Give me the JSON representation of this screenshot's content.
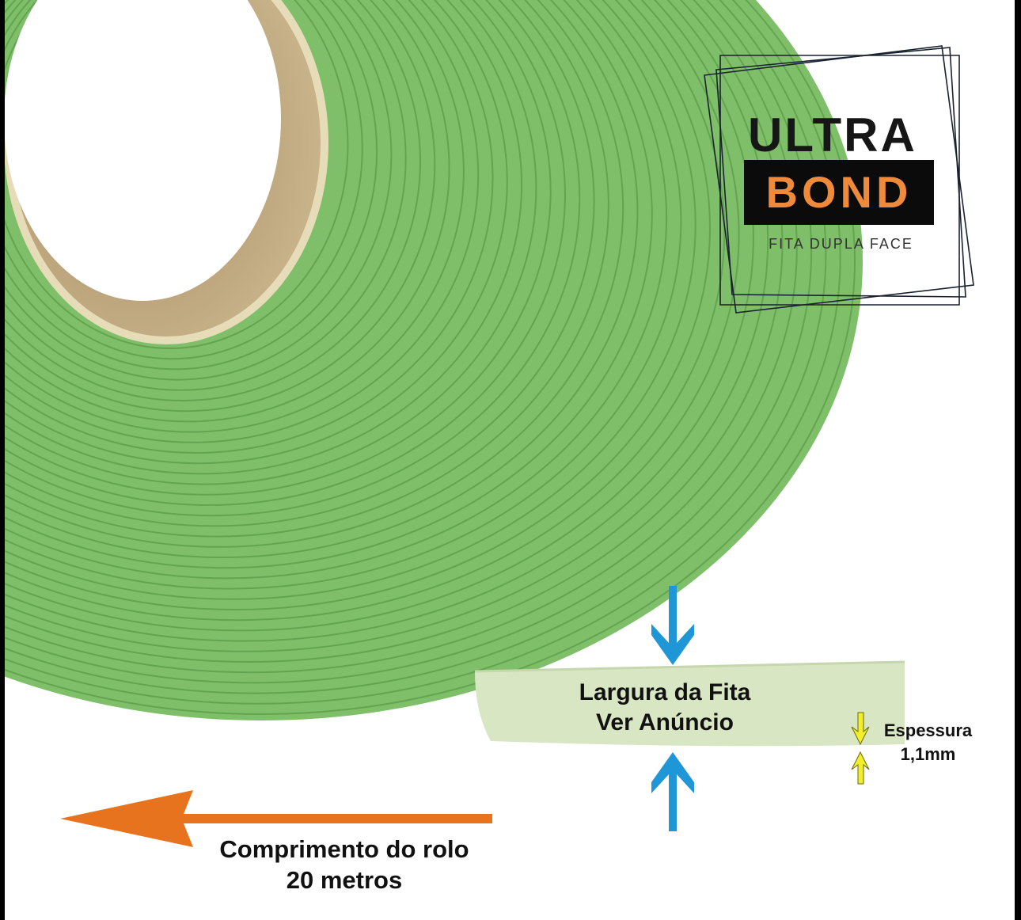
{
  "logo": {
    "line1": "ULTRA",
    "line2": "BOND",
    "tagline": "FITA DUPLA FACE"
  },
  "annotations": {
    "width_line1": "Largura da Fita",
    "width_line2": "Ver Anúncio",
    "thickness_line1": "Espessura",
    "thickness_line2": "1,1mm",
    "length_line1": "Comprimento do rolo",
    "length_line2": "20 metros"
  },
  "colors": {
    "tape_green": "#7fbf6a",
    "tape_edge": "#d9e6c4",
    "core_cardboard": "#b8a27c",
    "width_arrow": "#1f96d6",
    "thickness_arrow": "#f2ef2a",
    "length_arrow": "#e8731e",
    "logo_accent": "#ef8a3a"
  },
  "icons": [
    "arrow-down-icon",
    "arrow-up-icon",
    "arrow-left-icon"
  ]
}
